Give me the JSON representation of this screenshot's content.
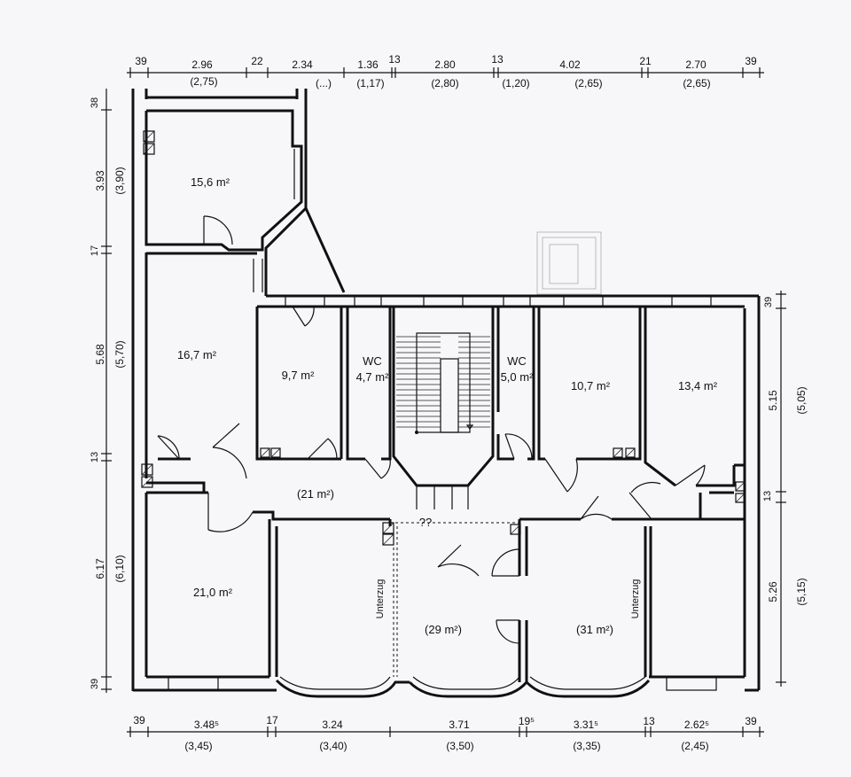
{
  "top_dims": [
    {
      "main": "39",
      "sub": ""
    },
    {
      "main": "2.96",
      "sub": "(2,75)"
    },
    {
      "main": "22",
      "sub": ""
    },
    {
      "main": "2.34",
      "sub": "(...)"
    },
    {
      "main": "1.36",
      "sub": "(1,17)"
    },
    {
      "main": "13",
      "sub": ""
    },
    {
      "main": "2.80",
      "sub": "(2,80)"
    },
    {
      "main": "13",
      "sub": "(1,20)"
    },
    {
      "main": "4.02",
      "sub": "(2,65)"
    },
    {
      "main": "21",
      "sub": ""
    },
    {
      "main": "2.70",
      "sub": "(2,65)"
    },
    {
      "main": "39",
      "sub": ""
    }
  ],
  "bottom_dims": [
    {
      "main": "39",
      "sub": ""
    },
    {
      "main": "3.48⁵",
      "sub": "(3,45)"
    },
    {
      "main": "17",
      "sub": ""
    },
    {
      "main": "3.24",
      "sub": "(3,40)"
    },
    {
      "main": "3.71",
      "sub": "(3,50)"
    },
    {
      "main": "19⁵",
      "sub": ""
    },
    {
      "main": "3.31⁵",
      "sub": "(3,35)"
    },
    {
      "main": "13",
      "sub": ""
    },
    {
      "main": "2.62⁵",
      "sub": "(2,45)"
    },
    {
      "main": "39",
      "sub": ""
    }
  ],
  "left_dims": [
    {
      "main": "38",
      "sub": ""
    },
    {
      "main": "3.93",
      "sub": "(3,90)"
    },
    {
      "main": "17",
      "sub": ""
    },
    {
      "main": "5.68",
      "sub": "(5,70)"
    },
    {
      "main": "13",
      "sub": ""
    },
    {
      "main": "6.17",
      "sub": "(6,10)"
    },
    {
      "main": "39",
      "sub": ""
    }
  ],
  "right_dims": [
    {
      "main": "39",
      "sub": ""
    },
    {
      "main": "5.15",
      "sub": "(5,05)"
    },
    {
      "main": "13",
      "sub": ""
    },
    {
      "main": "5.26",
      "sub": "(5,15)"
    }
  ],
  "rooms": {
    "r156": "15,6 m²",
    "r167": "16,7 m²",
    "r97": "9,7 m²",
    "wc1_name": "WC",
    "wc1_area": "4,7 m²",
    "wc2_name": "WC",
    "wc2_area": "5,0 m²",
    "r107": "10,7 m²",
    "r134": "13,4 m²",
    "hall": "(21 m²)",
    "r210": "21,0 m²",
    "r29": "(29 m²)",
    "r31": "(31 m²)",
    "qq": "??"
  },
  "beam_label": "Unterzug"
}
